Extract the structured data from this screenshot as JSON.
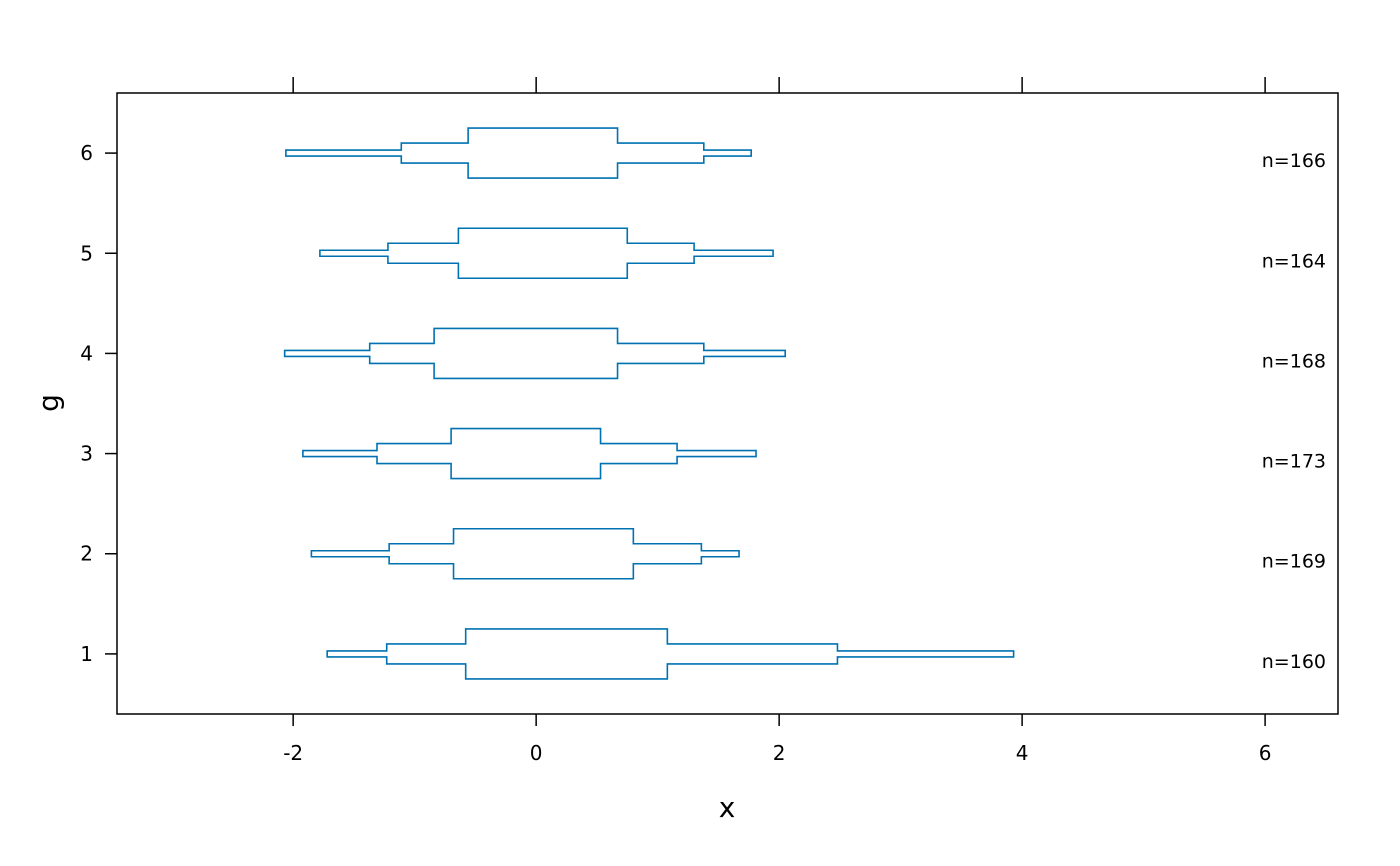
{
  "chart_data": {
    "type": "box-percentile",
    "xlabel": "x",
    "ylabel": "g",
    "xlim": [
      -3.45,
      6.6
    ],
    "ylim": [
      0.4,
      6.6
    ],
    "x_ticks": [
      "-2",
      "0",
      "2",
      "4",
      "6"
    ],
    "x_tick_values": [
      -2,
      0,
      2,
      4,
      6
    ],
    "y_ticks": [
      "1",
      "2",
      "3",
      "4",
      "5",
      "6"
    ],
    "y_tick_values": [
      1,
      2,
      3,
      4,
      5,
      6
    ],
    "grid": false,
    "color": "#0072B2",
    "groups": [
      {
        "g": 1,
        "n_label": "n=160",
        "quantiles": [
          -1.72,
          -1.23,
          -0.58,
          1.08,
          2.48,
          3.93
        ]
      },
      {
        "g": 2,
        "n_label": "n=169",
        "quantiles": [
          -1.85,
          -1.21,
          -0.68,
          0.8,
          1.36,
          1.67
        ]
      },
      {
        "g": 3,
        "n_label": "n=173",
        "quantiles": [
          -1.92,
          -1.31,
          -0.7,
          0.53,
          1.16,
          1.81
        ]
      },
      {
        "g": 4,
        "n_label": "n=168",
        "quantiles": [
          -2.07,
          -1.37,
          -0.84,
          0.67,
          1.38,
          2.05
        ]
      },
      {
        "g": 5,
        "n_label": "n=164",
        "quantiles": [
          -1.78,
          -1.22,
          -0.64,
          0.75,
          1.3,
          1.95
        ]
      },
      {
        "g": 6,
        "n_label": "n=166",
        "quantiles": [
          -2.06,
          -1.11,
          -0.56,
          0.67,
          1.38,
          1.77
        ]
      }
    ]
  }
}
